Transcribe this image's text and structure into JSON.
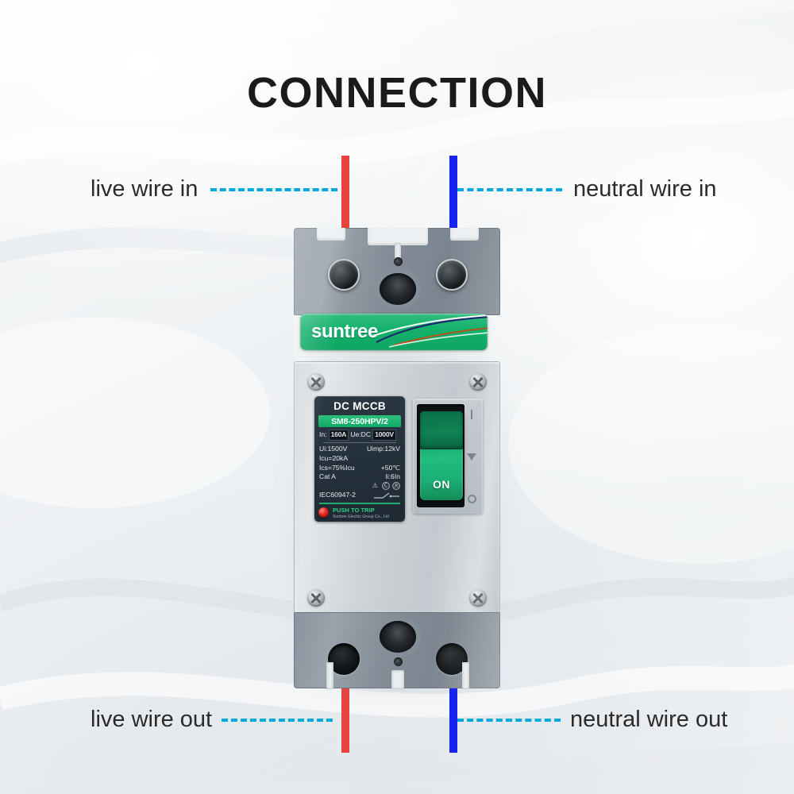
{
  "page": {
    "title": "CONNECTION",
    "background_color": "#eef1f3"
  },
  "colors": {
    "live_wire": "#e8443f",
    "neutral_wire": "#1423ef",
    "dash_line": "#00a8dd",
    "brand_green": "#14b06c",
    "switch_green": "#1cae75",
    "body_grey": "#cfd4d8",
    "terminal_grey": "#8b949e",
    "label_dark": "#26323d",
    "trip_red": "#e5241c"
  },
  "callouts": [
    {
      "id": "live-wire-in",
      "label": "live wire in",
      "side": "left"
    },
    {
      "id": "neutral-wire-in",
      "label": "neutral wire in",
      "side": "right"
    },
    {
      "id": "live-wire-out",
      "label": "live wire out",
      "side": "left"
    },
    {
      "id": "neutral-wire-out",
      "label": "neutral wire out",
      "side": "right"
    }
  ],
  "device": {
    "brand": "suntree",
    "nameplate": {
      "type_title": "DC MCCB",
      "model": "SM8-250HPV/2",
      "rows": [
        {
          "label": "In:",
          "value": "160A",
          "boxed": true,
          "label2": "Ue:DC",
          "value2": "1000V",
          "boxed2": true
        },
        {
          "label": "Ui:1500V",
          "label2": "Uimp:12kV"
        },
        {
          "label": "Icu=20kA",
          "label2": ""
        },
        {
          "label": "Ics=75%Icu",
          "label2": "+50℃"
        },
        {
          "label": "Cat A",
          "label2": "Ii:6In"
        }
      ],
      "standard": "IEC60947-2",
      "symbols": [
        "⚠",
        "Ⓒ",
        "Ⓡ"
      ],
      "trip_button": "PUSH TO TRIP",
      "company": "Suntree Electric Group Co., Ltd"
    },
    "switch": {
      "state_label": "ON",
      "marks": [
        "I",
        "trip",
        "O"
      ]
    }
  }
}
